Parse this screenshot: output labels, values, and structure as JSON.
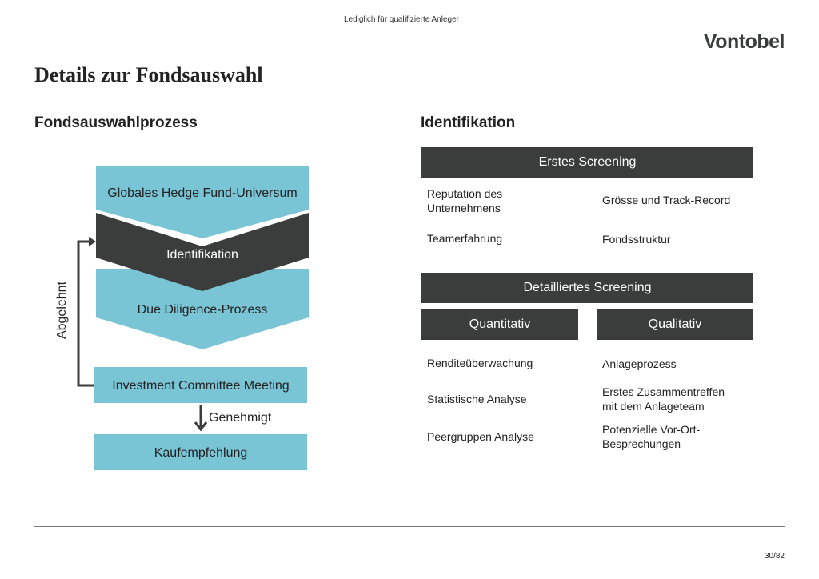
{
  "header": {
    "disclaimer": "Lediglich für qualifizierte Anleger",
    "logo": "Vontobel",
    "title": "Details zur Fondsauswahl"
  },
  "left": {
    "heading": "Fondsauswahlprozess",
    "steps": {
      "universe": "Globales Hedge Fund-Universum",
      "identification": "Identifikation",
      "due_diligence": "Due Diligence-Prozess",
      "committee": "Investment Committee Meeting",
      "recommendation": "Kaufempfehlung"
    },
    "rejected_label": "Abgelehnt",
    "approved_label": "Genehmigt"
  },
  "right": {
    "heading": "Identifikation",
    "first_screening": {
      "title": "Erstes Screening",
      "items": [
        "Reputation des Unternehmens",
        "Grösse und Track-Record",
        "Teamerfahrung",
        "Fondsstruktur"
      ]
    },
    "detailed_screening": {
      "title": "Detailliertes Screening",
      "quantitative": {
        "title": "Quantitativ",
        "items": [
          "Renditeüberwachung",
          "Statistische Analyse",
          "Peergruppen Analyse"
        ]
      },
      "qualitative": {
        "title": "Qualitativ",
        "items": [
          "Anlageprozess",
          "Erstes Zusammentreffen mit dem Anlageteam",
          "Potenzielle Vor-Ort-Besprechungen"
        ]
      }
    }
  },
  "footer": {
    "page": "30/82"
  },
  "colors": {
    "light_blue": "#79c4d5",
    "dark_gray": "#3a3d3b"
  }
}
